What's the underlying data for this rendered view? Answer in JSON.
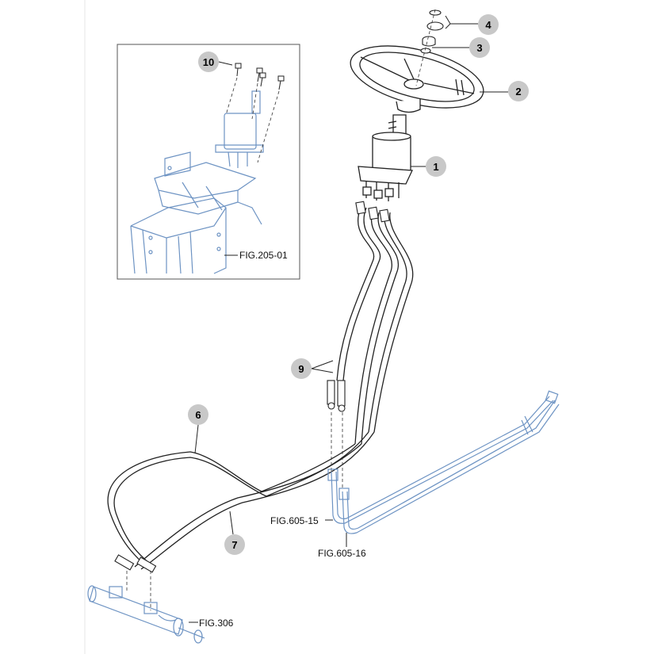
{
  "callouts": [
    {
      "id": "1",
      "label": "1"
    },
    {
      "id": "2",
      "label": "2"
    },
    {
      "id": "3",
      "label": "3"
    },
    {
      "id": "4",
      "label": "4"
    },
    {
      "id": "6",
      "label": "6"
    },
    {
      "id": "7",
      "label": "7"
    },
    {
      "id": "9",
      "label": "9"
    },
    {
      "id": "10",
      "label": "10"
    }
  ],
  "figure_refs": {
    "inset": "FIG.205-01",
    "pipe_a": "FIG.605-15",
    "pipe_b": "FIG.605-16",
    "cylinder": "FIG.306"
  },
  "colors": {
    "callout_fill": "#c8c8c8",
    "line": "#222222",
    "ghost": "#6d93c3"
  }
}
